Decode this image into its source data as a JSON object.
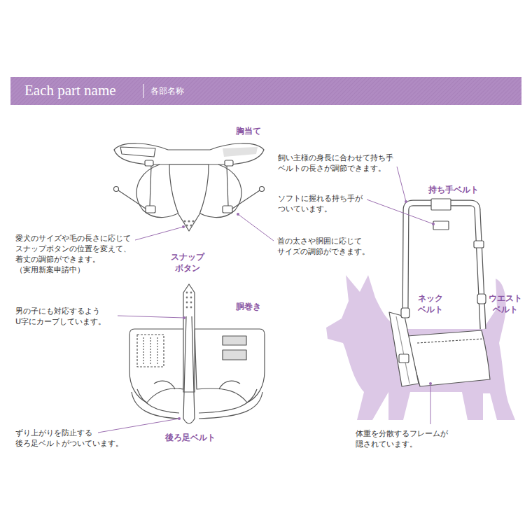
{
  "diagram": {
    "title": "Each part name",
    "labels": [
      "各部名称",
      "胸当て",
      "愛犬のサイズや毛の長さに応じて スナップボタンの位置を変えて、 着丈の調節ができます。 （実用新案申請中）",
      "スナップ ボタン",
      "首の太さや胴囲に応じて サイズの調節ができます。",
      "胴巻き",
      "男の子にも対応するよう U字にカーブしています。",
      "ずり上がりを防止する 後ろ足ベルトがついています。",
      "後ろ足ベルト",
      "飼い主様の身長に合わせて持ち手 ベルトの長さが調節できます。",
      "ソフトに握れる持ち手が ついています。",
      "持ち手ベルト",
      "ネック ベルト",
      "ウエスト ベルト",
      "体重を分散するフレームが 隠されています。"
    ]
  }
}
